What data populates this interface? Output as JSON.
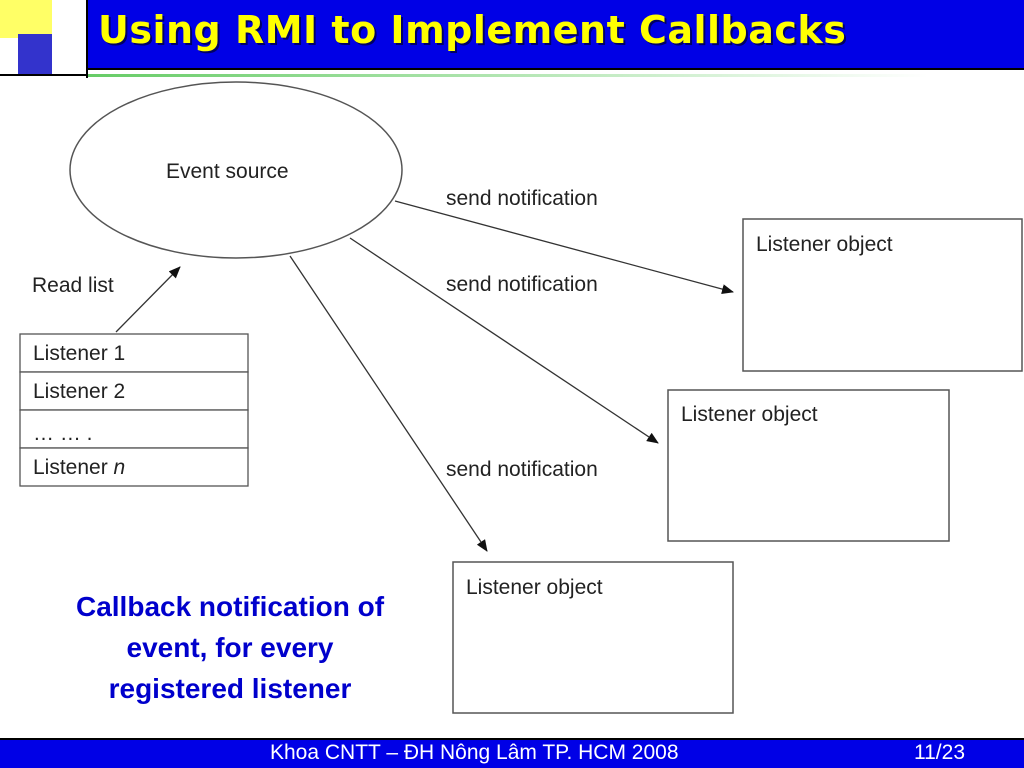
{
  "slide": {
    "title": "Using RMI to Implement Callbacks",
    "caption_lines": [
      "Callback notification of",
      "event, for every",
      "registered listener"
    ],
    "footer_text": "Khoa CNTT – ĐH Nông Lâm TP. HCM 2008",
    "page_number": "11/23"
  },
  "diagram": {
    "event_source_label": "Event source",
    "read_list_label": "Read list",
    "listeners": [
      {
        "label": "Listener 1"
      },
      {
        "label": "Listener 2"
      },
      {
        "label": "… … ."
      },
      {
        "label": "Listener ",
        "italic_suffix": "n"
      }
    ],
    "notifications": [
      {
        "label": "send notification"
      },
      {
        "label": "send notification"
      },
      {
        "label": "send notification"
      }
    ],
    "listener_objects": [
      {
        "label": "Listener object"
      },
      {
        "label": "Listener object"
      },
      {
        "label": "Listener object"
      }
    ]
  },
  "colors": {
    "title_bar": "#0000e6",
    "title_text": "#ffff00",
    "caption_text": "#0000cc",
    "footer_text": "#ffffff"
  }
}
